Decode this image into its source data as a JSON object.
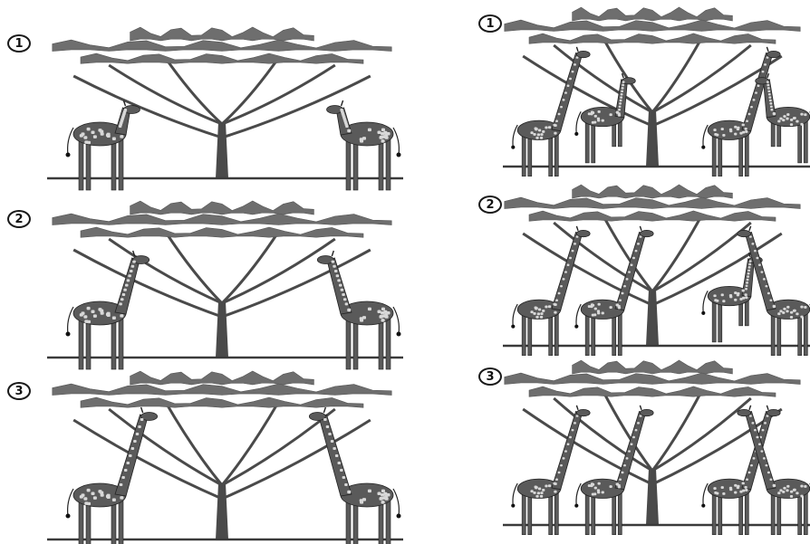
{
  "left_column": {
    "panels": [
      {
        "step": "1",
        "giraffes": [
          {
            "neck": "short",
            "facing": "right"
          },
          {
            "neck": "short",
            "facing": "left"
          }
        ]
      },
      {
        "step": "2",
        "giraffes": [
          {
            "neck": "medium",
            "facing": "right"
          },
          {
            "neck": "medium",
            "facing": "left"
          }
        ]
      },
      {
        "step": "3",
        "giraffes": [
          {
            "neck": "long",
            "facing": "right"
          },
          {
            "neck": "long",
            "facing": "left"
          }
        ]
      }
    ]
  },
  "right_column": {
    "panels": [
      {
        "step": "1",
        "giraffes": [
          {
            "neck": "long"
          },
          {
            "neck": "short",
            "rearing": true
          },
          {
            "neck": "long"
          },
          {
            "neck": "short",
            "rearing": true
          }
        ]
      },
      {
        "step": "2",
        "giraffes": [
          {
            "neck": "long"
          },
          {
            "neck": "long"
          },
          {
            "neck": "short",
            "rearing": true
          },
          {
            "neck": "long"
          }
        ]
      },
      {
        "step": "3",
        "giraffes": [
          {
            "neck": "long"
          },
          {
            "neck": "long"
          },
          {
            "neck": "long"
          },
          {
            "neck": "long"
          }
        ]
      }
    ]
  },
  "colors": {
    "canopy": "#6e6e6e",
    "trunk": "#4a4a4a",
    "giraffe_body": "#5a5a5a",
    "giraffe_spots": "#d8d8d8",
    "ground": "#3a3a3a"
  },
  "icons": [
    "acacia-tree-icon",
    "giraffe-icon"
  ]
}
